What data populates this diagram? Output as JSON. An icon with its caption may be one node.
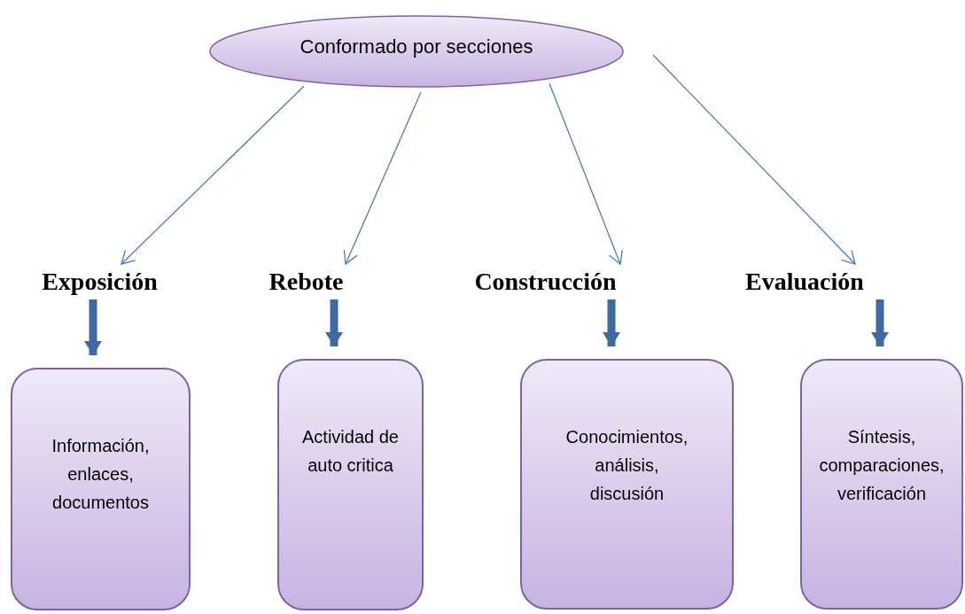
{
  "diagram": {
    "nodes": [
      {
        "text": [
          "Conformado por secciones"
        ]
      },
      {
        "text": [
          "Exposición"
        ]
      },
      {
        "text": [
          "Rebote"
        ]
      },
      {
        "text": [
          "Construcción"
        ]
      },
      {
        "text": [
          "Evaluación"
        ]
      },
      {
        "text": [
          "Información, enlaces, documentos"
        ]
      },
      {
        "text": [
          "Actividad de auto critica"
        ]
      },
      {
        "text": [
          "Conocimientos, análisis, discusión"
        ]
      },
      {
        "text": [
          "Síntesis, comparaciones, verificación"
        ]
      }
    ],
    "edges": [
      {
        "from": 0,
        "to": 1,
        "arrow": "to"
      },
      {
        "from": 0,
        "to": 2,
        "arrow": "to"
      },
      {
        "from": 0,
        "to": 3,
        "arrow": "to"
      },
      {
        "from": 0,
        "to": 4,
        "arrow": "to"
      },
      {
        "from": 1,
        "to": 5,
        "arrow": "to",
        "style": "thick",
        "color": "#3d6aa3"
      },
      {
        "from": 2,
        "to": 6,
        "arrow": "to",
        "style": "thick",
        "color": "#3d6aa3"
      },
      {
        "from": 3,
        "to": 7,
        "arrow": "to",
        "style": "thick",
        "color": "#3d6aa3"
      },
      {
        "from": 4,
        "to": 8,
        "arrow": "to",
        "style": "thick",
        "color": "#3d6aa3"
      }
    ]
  }
}
